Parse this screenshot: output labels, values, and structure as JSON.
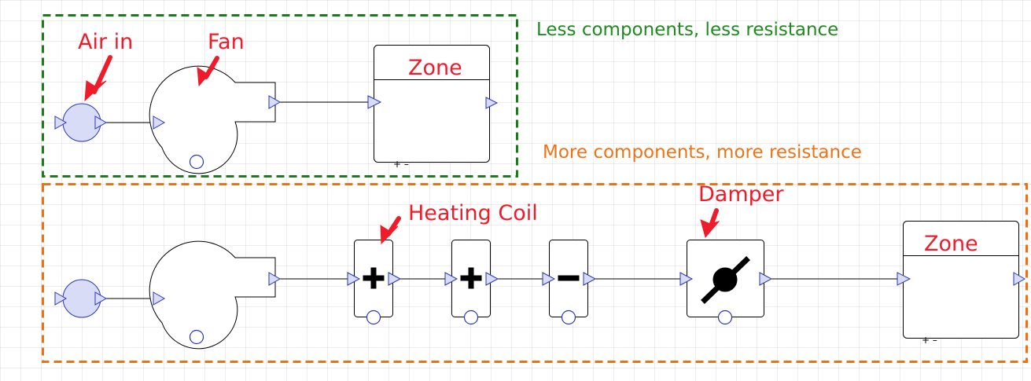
{
  "annotations": {
    "top_note": "Less components, less resistance",
    "bottom_note": "More components, more resistance",
    "air_in": "Air in",
    "fan": "Fan",
    "heating_coil": "Heating Coil",
    "damper": "Damper"
  },
  "zones": {
    "top_label": "Zone",
    "bottom_label": "Zone",
    "terminal_marks": "+ –"
  },
  "colors": {
    "less_group_border": "#1f7a1f",
    "more_group_border": "#ee7014",
    "callout_text": "#ee1c2b",
    "port_fill": "#d8dcf6",
    "port_stroke": "#2a35b8"
  },
  "icons": {
    "heater_1": "plus-icon",
    "heater_2": "plus-icon",
    "cooler": "minus-icon",
    "damper": "damper-blade-icon"
  }
}
